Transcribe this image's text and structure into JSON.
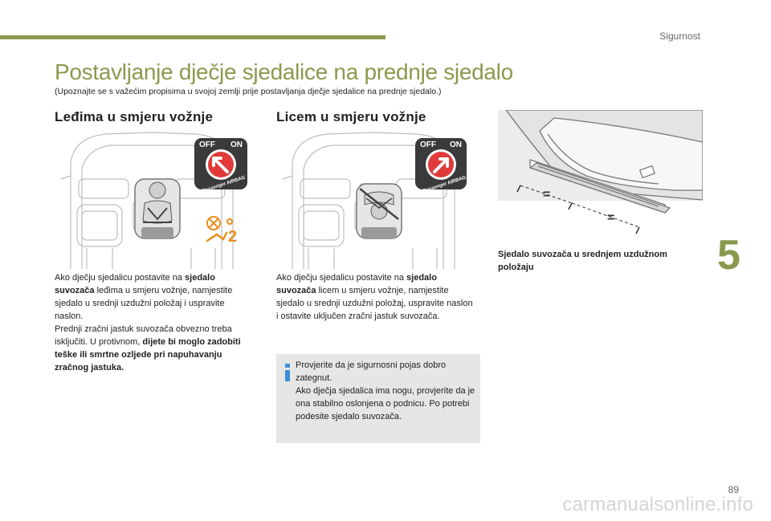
{
  "header": {
    "section": "Sigurnost",
    "title": "Postavljanje dječje sjedalice na prednje sjedalo",
    "subtitle": "(Upoznajte se s važećim propisima u svojoj zemlji prije postavljanja dječje sjedalice na prednje sjedalo.)"
  },
  "left": {
    "heading": "Leđima u smjeru vožnje",
    "airbag": {
      "off": "OFF",
      "on": "ON",
      "label": "Passenger AIRBAG",
      "state": "off"
    },
    "p1_pre": "Ako dječju sjedalicu postavite na ",
    "p1_bold": "sjedalo suvozača",
    "p1_post": " leđima u smjeru vožnje, namjestite sjedalo u srednji uzdužni položaj i uspravite naslon.",
    "p2_pre": "Prednji zračni jastuk suvozača obvezno treba isključiti. U protivnom, ",
    "p2_bold": "dijete bi moglo zadobiti teške ili smrtne ozljede pri napuhavanju zračnog jastuka.",
    "warning_number": "2"
  },
  "middle": {
    "heading": "Licem u smjeru vožnje",
    "airbag": {
      "off": "OFF",
      "on": "ON",
      "label": "Passenger AIRBAG",
      "state": "on"
    },
    "p1_pre": "Ako dječju sjedalicu postavite na ",
    "p1_bold": "sjedalo suvozača",
    "p1_post": " licem u smjeru vožnje, namjestite sjedalo u srednji uzdužni položaj, uspravite naslon i ostavite uključen zračni jastuk suvozača.",
    "info_line1": "Provjerite da je sigurnosni pojas dobro zategnut.",
    "info_line2": "Ako dječja sjedalica ima nogu, provjerite da je ona stabilno oslonjena o podnicu. Po potrebi podesite sjedalo suvozača."
  },
  "right": {
    "caption": "Sjedalo suvozača u srednjem uzdužnom položaju",
    "equal_sign": "="
  },
  "footer": {
    "chapter": "5",
    "page": "89",
    "watermark": "carmanualsonline.info"
  },
  "colors": {
    "accent": "#8a9a4d",
    "warning": "#e98d1b",
    "airbag_red": "#e03a3a",
    "info_blue": "#3d8fd6"
  }
}
